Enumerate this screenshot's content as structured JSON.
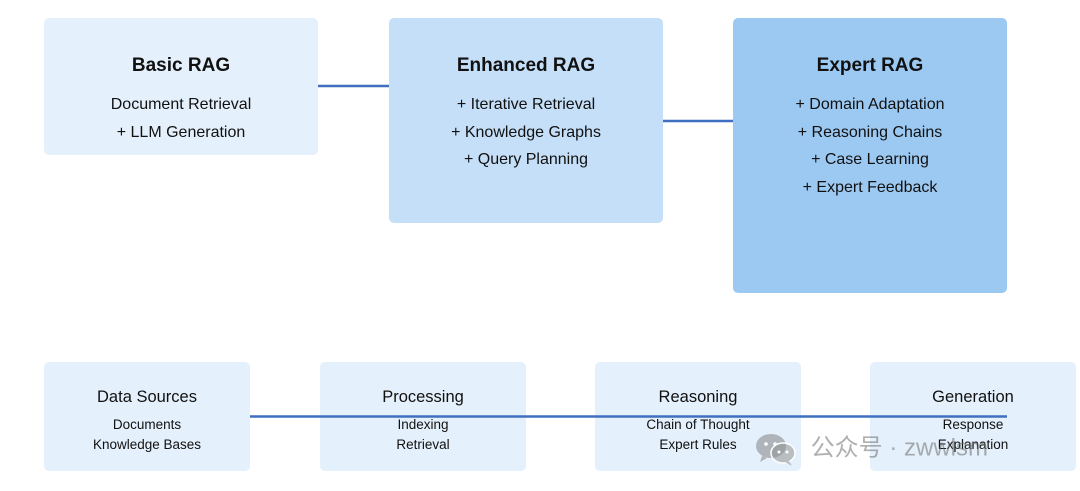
{
  "evolution": [
    {
      "title": "Basic RAG",
      "lines": [
        "Document Retrieval",
        "+ LLM Generation"
      ]
    },
    {
      "title": "Enhanced RAG",
      "lines": [
        "+ Iterative Retrieval",
        "+ Knowledge Graphs",
        "+ Query Planning"
      ]
    },
    {
      "title": "Expert RAG",
      "lines": [
        "+ Domain Adaptation",
        "+ Reasoning Chains",
        "+ Case Learning",
        "+ Expert Feedback"
      ]
    }
  ],
  "pipeline": [
    {
      "title": "Data Sources",
      "lines": [
        "Documents",
        "Knowledge Bases"
      ]
    },
    {
      "title": "Processing",
      "lines": [
        "Indexing",
        "Retrieval"
      ]
    },
    {
      "title": "Reasoning",
      "lines": [
        "Chain of Thought",
        "Expert Rules"
      ]
    },
    {
      "title": "Generation",
      "lines": [
        "Response",
        "Explanation"
      ]
    }
  ],
  "watermark": {
    "text": "公众号 · zwwlsm",
    "icon": "wechat-icon"
  },
  "colors": {
    "level_1": "#e4f0fb",
    "level_2": "#c4dff7",
    "level_3": "#9cc9f2",
    "stage": "#e4f0fb",
    "connector": "#3f6fbf"
  }
}
